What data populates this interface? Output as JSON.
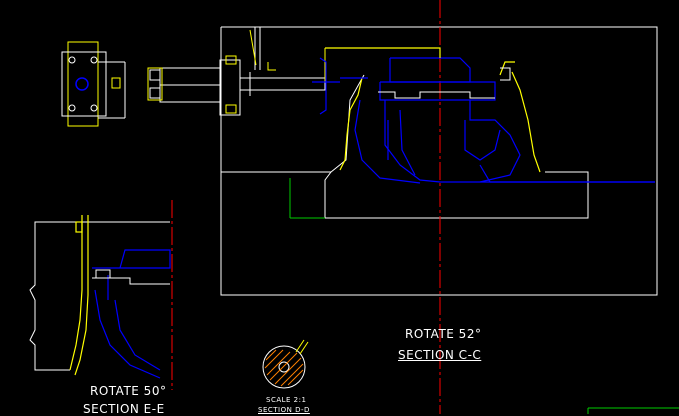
{
  "views": {
    "main": {
      "rotate": "ROTATE 52°",
      "section": "SECTION C-C"
    },
    "left": {
      "rotate": "ROTATE 50°",
      "section": "SECTION E-E"
    },
    "detail": {
      "scale": "SCALE 2:1",
      "section": "SECTION D-D"
    }
  },
  "colors": {
    "background": "#000000",
    "outline": "#ffffff",
    "part": "#0000ff",
    "profile": "#ffff00",
    "centerline": "#ff0000",
    "hatch": "#ff8000",
    "highlight": "#00cc00",
    "detail_line": "#00ffff"
  }
}
